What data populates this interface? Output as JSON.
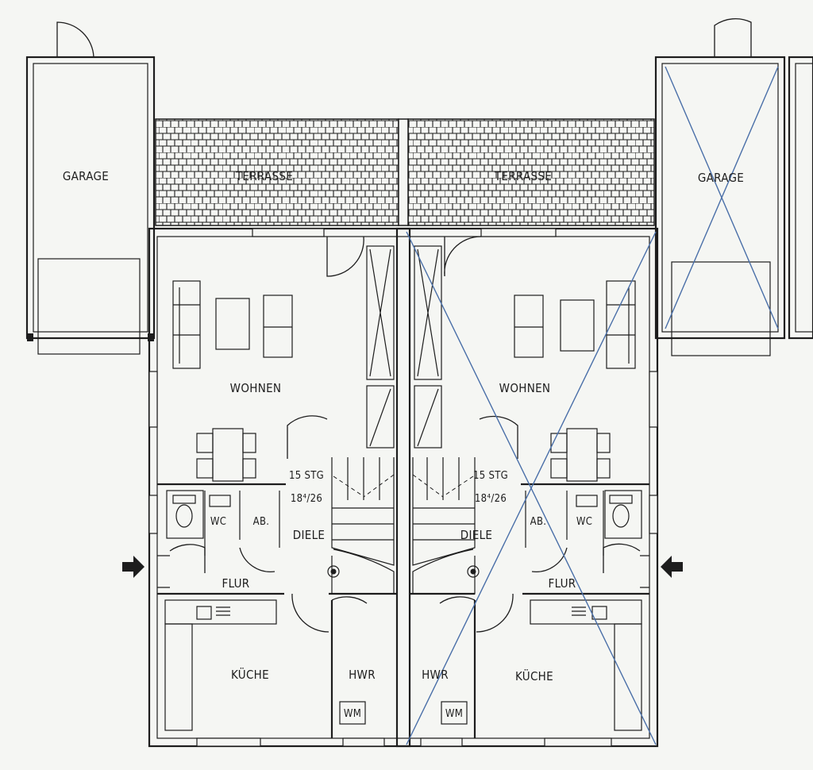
{
  "colors": {
    "line": "#1d1d1d",
    "paper": "#f5f6f3",
    "cross_out": "#4a6fa8"
  },
  "labels": {
    "garage_left": "GARAGE",
    "garage_right": "GARAGE",
    "terrasse_left": "TERRASSE",
    "terrasse_right": "TERRASSE",
    "wohnen_left": "WOHNEN",
    "wohnen_right": "WOHNEN",
    "stair_left_1": "15 STG",
    "stair_left_2": "18⁴/26",
    "stair_right_1": "15 STG",
    "stair_right_2": "18⁴/26",
    "wc_left": "WC",
    "wc_right": "WC",
    "ab_left": "AB.",
    "ab_right": "AB.",
    "diele_left": "DIELE",
    "diele_right": "DIELE",
    "flur_left": "FLUR",
    "flur_right": "FLUR",
    "kueche_left": "KÜCHE",
    "kueche_right": "KÜCHE",
    "hwr_left": "HWR",
    "hwr_right": "HWR",
    "wm_left": "WM",
    "wm_right": "WM"
  },
  "icons": {
    "entrance_left": "entrance-arrow-right-icon",
    "entrance_right": "entrance-arrow-left-icon"
  }
}
